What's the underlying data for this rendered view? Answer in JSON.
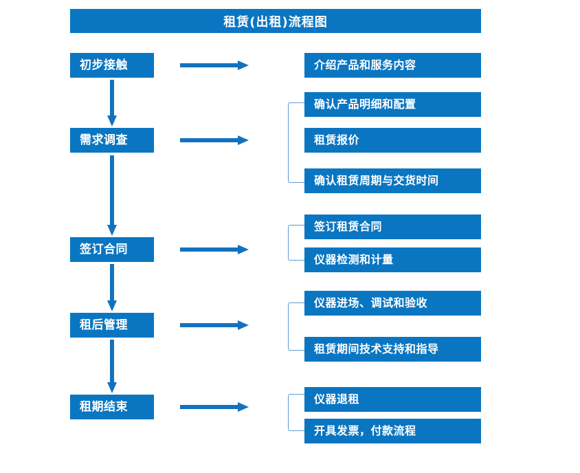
{
  "title": "租赁(出租)流程图",
  "colors": {
    "box_fill": "#0a76c2",
    "box_text": "#ffffff",
    "arrow": "#1272bf",
    "bracket": "#5b9bd5",
    "background": "#ffffff"
  },
  "stages": [
    {
      "label": "初步接触"
    },
    {
      "label": "需求调查"
    },
    {
      "label": "签订合同"
    },
    {
      "label": "租后管理"
    },
    {
      "label": "租期结束"
    }
  ],
  "details": [
    {
      "label": "介绍产品和服务内容"
    },
    {
      "label": "确认产品明细和配置"
    },
    {
      "label": "租赁报价"
    },
    {
      "label": "确认租赁周期与交货时间"
    },
    {
      "label": "签订租赁合同"
    },
    {
      "label": "仪器检测和计量"
    },
    {
      "label": "仪器进场、调试和验收"
    },
    {
      "label": "租赁期间技术支持和指导"
    },
    {
      "label": "仪器退租"
    },
    {
      "label": "开具发票，付款流程"
    }
  ],
  "connectors": {
    "horizontal_arrow_count": 5,
    "vertical_arrow_count": 4,
    "bracket_count": 4
  }
}
